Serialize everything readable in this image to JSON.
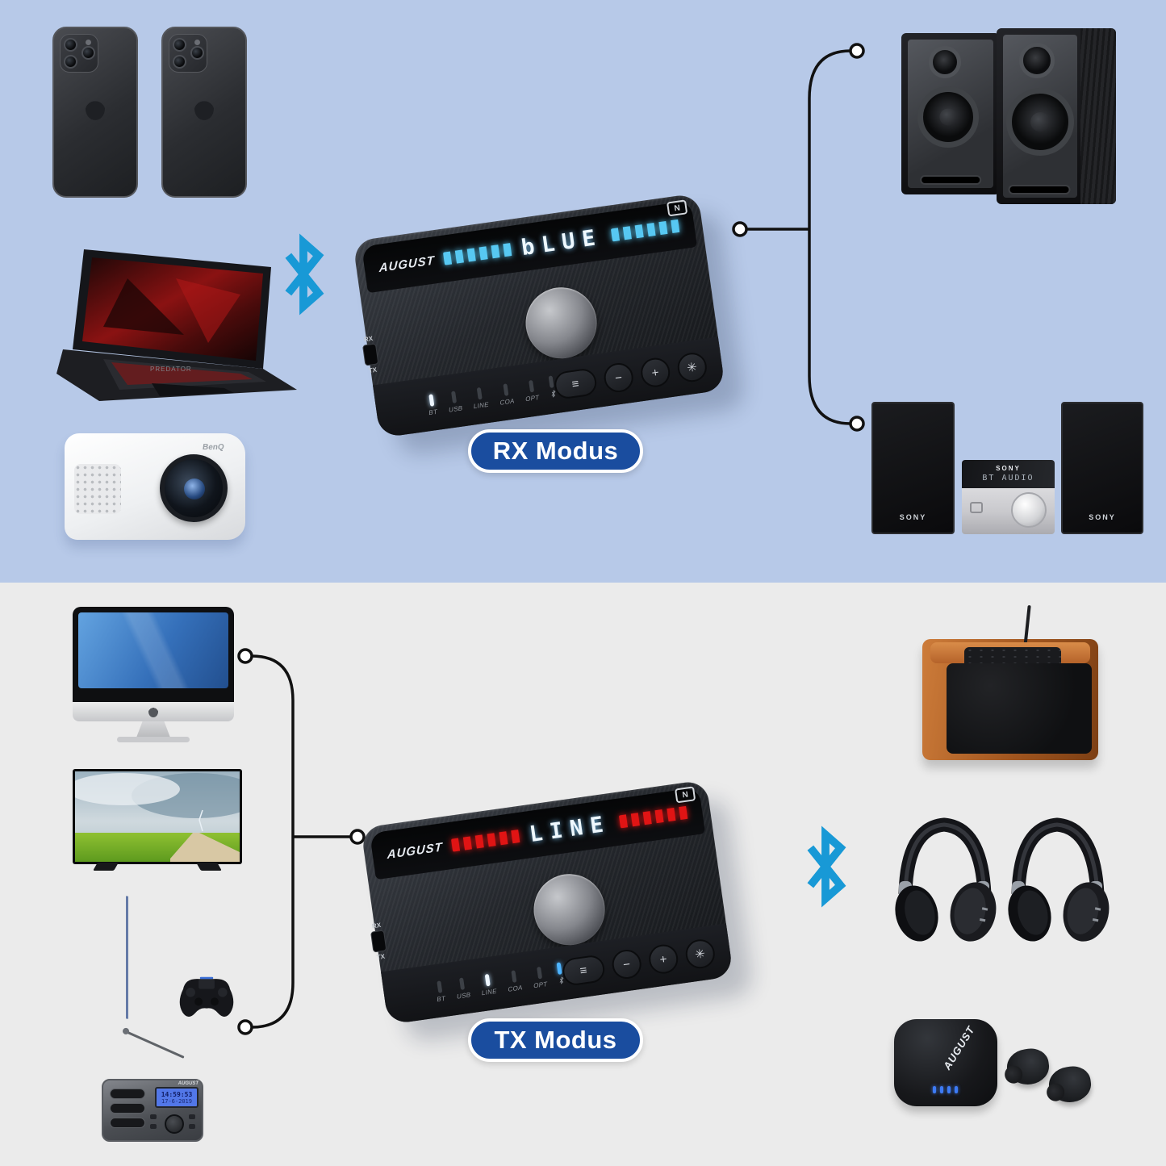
{
  "title": "Bluetooth Audio Adapter RX / TX Modus Infographic",
  "colors": {
    "rx_background": "#b7c9e8",
    "tx_background": "#ebebeb",
    "badge_blue": "#1a4d9f",
    "bluetooth_cyan": "#1899d6",
    "led_blue": "#57c8f2",
    "led_red": "#e01414"
  },
  "rx": {
    "badge_label": "RX Modus",
    "device": {
      "brand": "AUGUST",
      "display_text": "bLUE",
      "front_labels": [
        "BT",
        "USB",
        "LINE",
        "COA",
        "OPT"
      ],
      "switch_top": "RX",
      "switch_bottom": "TX",
      "button_menu": "≡",
      "button_minus": "−",
      "button_plus": "+",
      "button_pair": "✳",
      "nfc_label": "N"
    },
    "laptop_brand": "PREDATOR",
    "projector_brand": "BenQ",
    "sony": {
      "unit_brand": "SONY",
      "unit_display": "BT AUDIO",
      "speaker_left_label": "SONY",
      "speaker_right_label": "SONY"
    }
  },
  "tx": {
    "badge_label": "TX Modus",
    "device": {
      "brand": "AUGUST",
      "display_text": "LINE",
      "front_labels": [
        "BT",
        "USB",
        "LINE",
        "COA",
        "OPT"
      ],
      "switch_top": "RX",
      "switch_bottom": "TX",
      "button_menu": "≡",
      "button_minus": "−",
      "button_plus": "+",
      "button_pair": "✳",
      "nfc_label": "N"
    },
    "radio": {
      "brand": "AUGUST",
      "display_time": "14:59:53",
      "display_date": "17-6-2019"
    },
    "earbuds_brand": "AUGUST"
  }
}
